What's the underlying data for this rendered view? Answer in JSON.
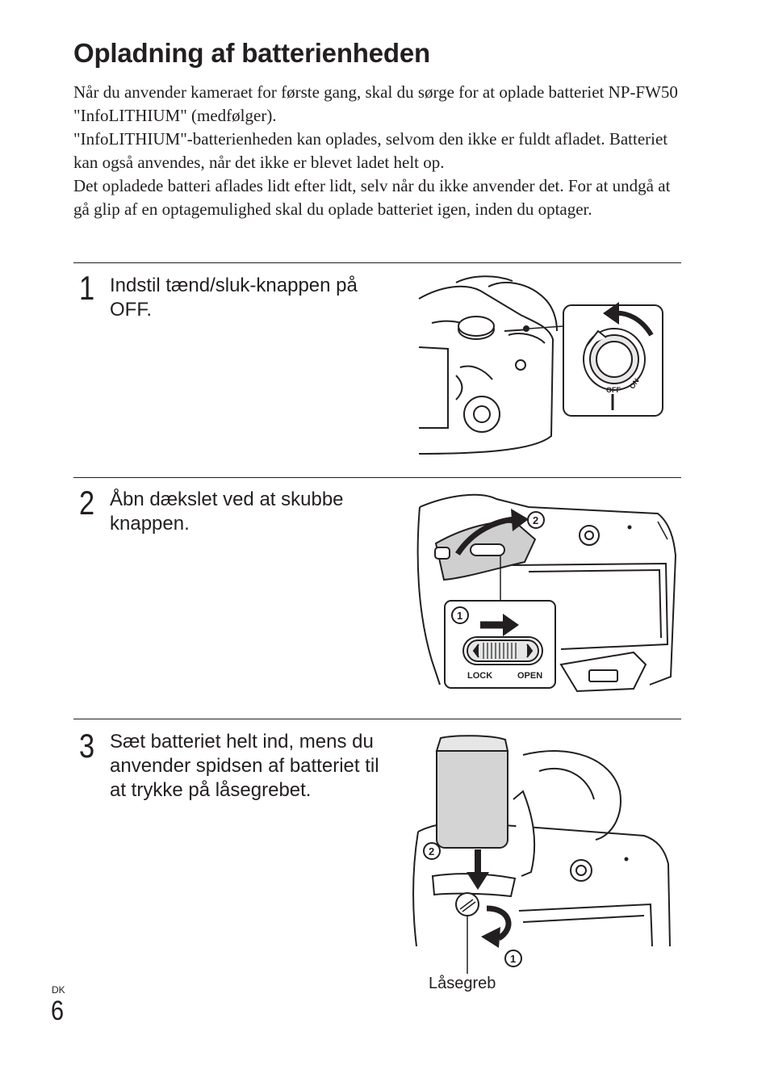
{
  "page": {
    "title": "Opladning af batterienheden",
    "intro": [
      "Når du anvender kameraet for første gang, skal du sørge for at oplade batteriet NP-FW50 \"InfoLITHIUM\" (medfølger).",
      "\"InfoLITHIUM\"-batterienheden kan oplades, selvom den ikke er fuldt afladet. Batteriet kan også anvendes, når det ikke er blevet ladet helt op.",
      "Det opladede batteri aflades lidt efter lidt, selv når du ikke anvender det. For at undgå at gå glip af en optagemulighed skal du oplade batteriet igen, inden du optager."
    ],
    "steps": [
      {
        "number": "1",
        "text": "Indstil tænd/sluk-knappen på OFF."
      },
      {
        "number": "2",
        "text": "Åbn dækslet ved at skubbe knappen."
      },
      {
        "number": "3",
        "text": "Sæt batteriet helt ind, mens du anvender spidsen af batteriet til at trykke på låsegrebet."
      }
    ],
    "figure1": {
      "label_off": "OFF",
      "label_on": "ON"
    },
    "figure2": {
      "marker_1": "1",
      "marker_2": "2",
      "label_lock": "LOCK",
      "label_open": "OPEN"
    },
    "figure3": {
      "marker_1": "1",
      "marker_2": "2",
      "caption": "Låsegreb"
    },
    "footer": {
      "language": "DK",
      "page_number": "6"
    }
  }
}
